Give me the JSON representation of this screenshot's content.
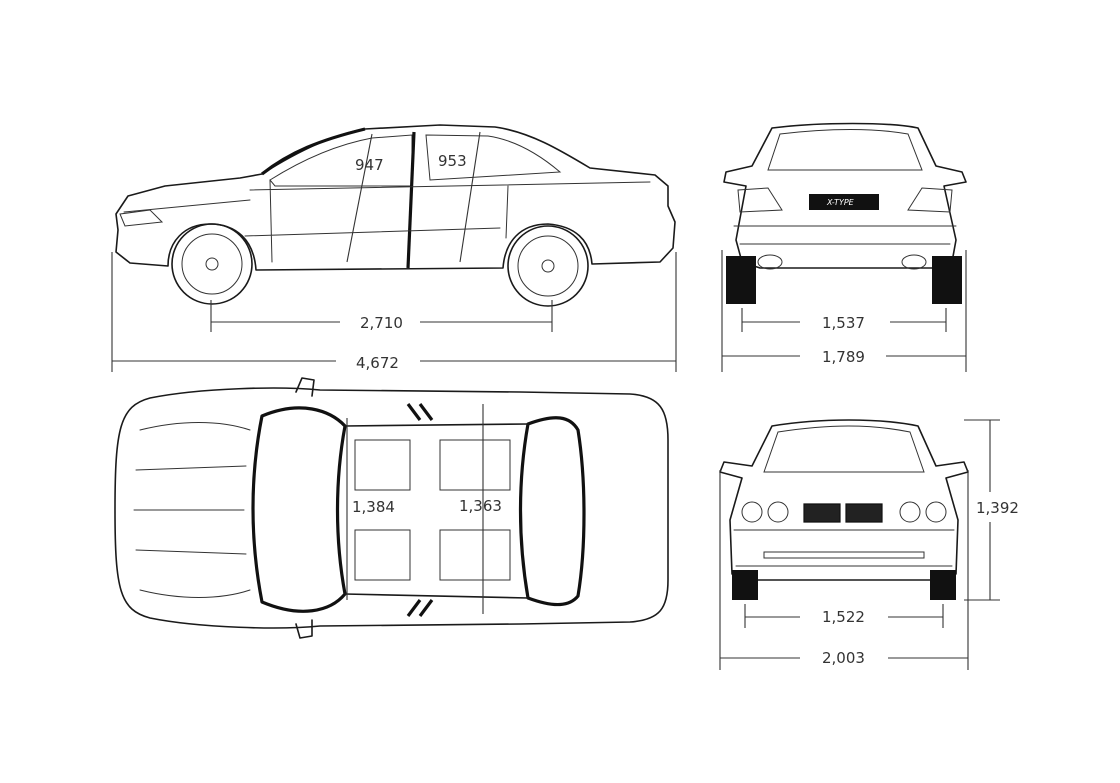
{
  "views": {
    "side": {
      "wheelbase": "2,710",
      "length": "4,672",
      "front_headroom": "947",
      "rear_headroom": "953"
    },
    "rear": {
      "track_rear": "1,537",
      "width_body": "1,789",
      "plate": "X-TYPE"
    },
    "top": {
      "front_shoulder": "1,384",
      "rear_shoulder": "1,363"
    },
    "front": {
      "track_front": "1,522",
      "width_mirrors": "2,003",
      "height": "1,392"
    }
  }
}
